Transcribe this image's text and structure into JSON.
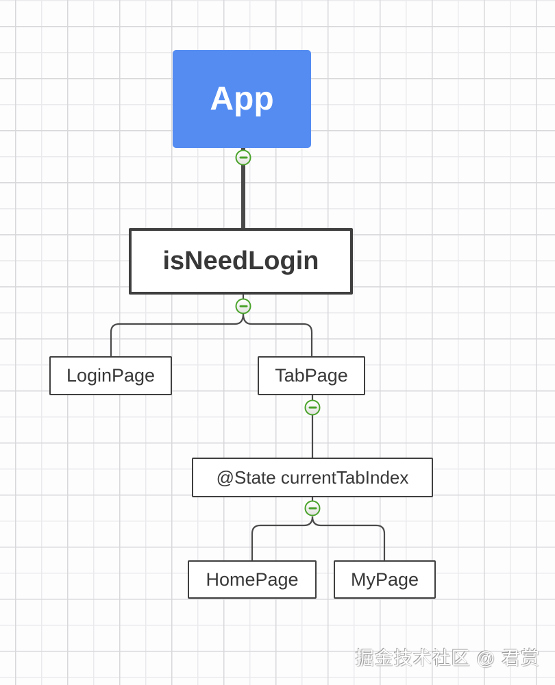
{
  "nodes": {
    "app": {
      "label": "App"
    },
    "is_need_login": {
      "label": "isNeedLogin"
    },
    "login_page": {
      "label": "LoginPage"
    },
    "tab_page": {
      "label": "TabPage"
    },
    "state_current_tab_index": {
      "label": "@State currentTabIndex"
    },
    "home_page": {
      "label": "HomePage"
    },
    "my_page": {
      "label": "MyPage"
    }
  },
  "collapse_buttons": {
    "symbol": "minus",
    "count": 4
  },
  "watermark": {
    "text": "掘金技术社区 @ 君赏"
  },
  "colors": {
    "root_node_fill": "#548cf2",
    "node_border": "#3f3f3f",
    "node_text": "#383838",
    "connector": "#4a4a4a",
    "collapse_green": "#4aa32b",
    "grid_line_dark": "#d8d8db",
    "grid_line_light": "#eaeaed",
    "background": "#fdfdfe"
  }
}
